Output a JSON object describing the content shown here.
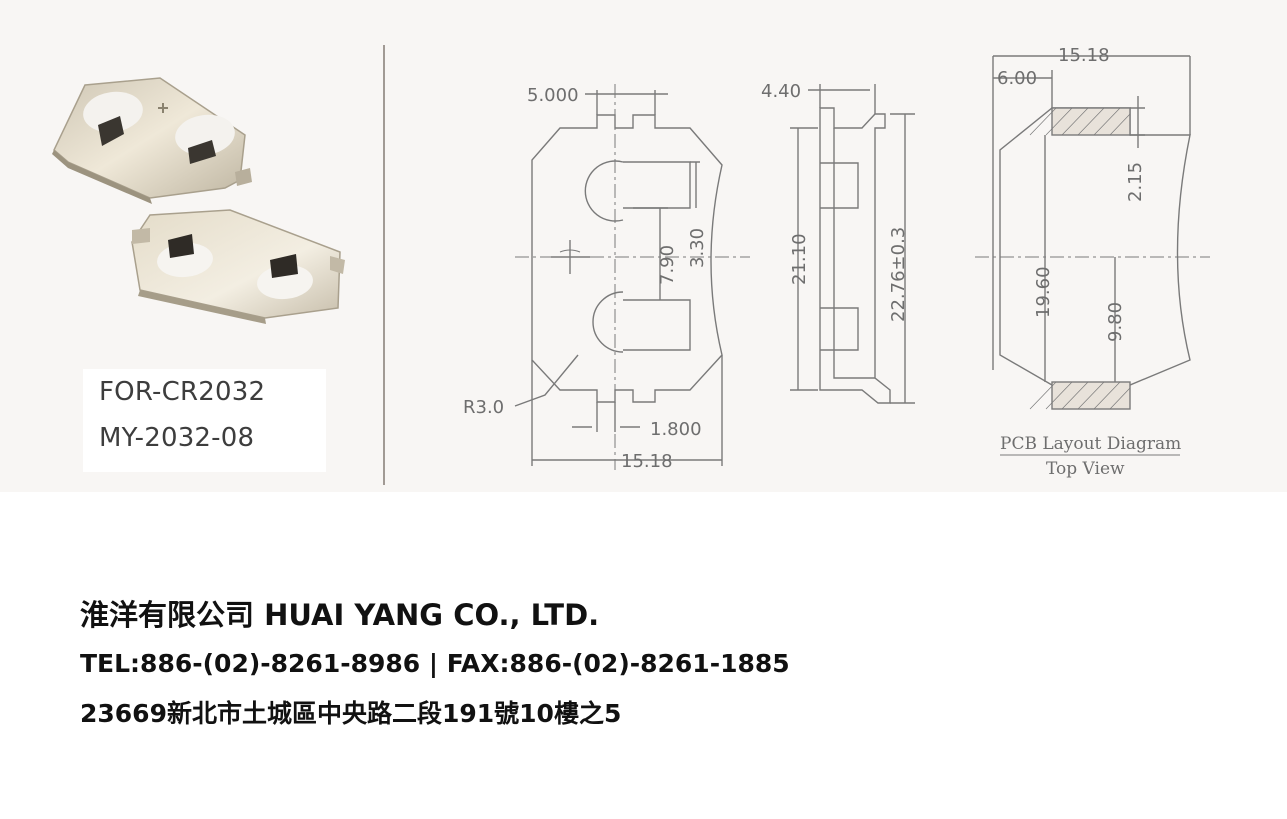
{
  "labels": {
    "model_1": "FOR-CR2032",
    "model_2": "MY-2032-08"
  },
  "drawing": {
    "front_view": {
      "dim_top": "5.000",
      "dim_radius": "R3.0",
      "dim_pad": "1.800",
      "dim_width": "15.18",
      "dim_slot_height": "7.90",
      "dim_slot_offset": "3.30"
    },
    "side_view": {
      "dim_top": "4.40",
      "dim_inner_height": "21.10",
      "dim_outer_height": "22.76±0.3"
    },
    "pcb_view": {
      "dim_width": "15.18",
      "dim_pad_offset": "6.00",
      "dim_pad_height": "2.15",
      "dim_pad_span": "19.60",
      "dim_half_span": "9.80",
      "title": "PCB Layout Diagram",
      "subtitle": "Top View"
    }
  },
  "company": {
    "name": "淮洋有限公司 HUAI YANG CO., LTD.",
    "contact": "TEL:886-(02)-8261-8986 | FAX:886-(02)-8261-1885",
    "address": "23669新北市土城區中央路二段191號10樓之5"
  },
  "colors": {
    "band_background": "#f8f6f4",
    "line_color": "#7a7a7a",
    "metal_light": "#e9e1cf",
    "metal_dark": "#3a3630"
  }
}
